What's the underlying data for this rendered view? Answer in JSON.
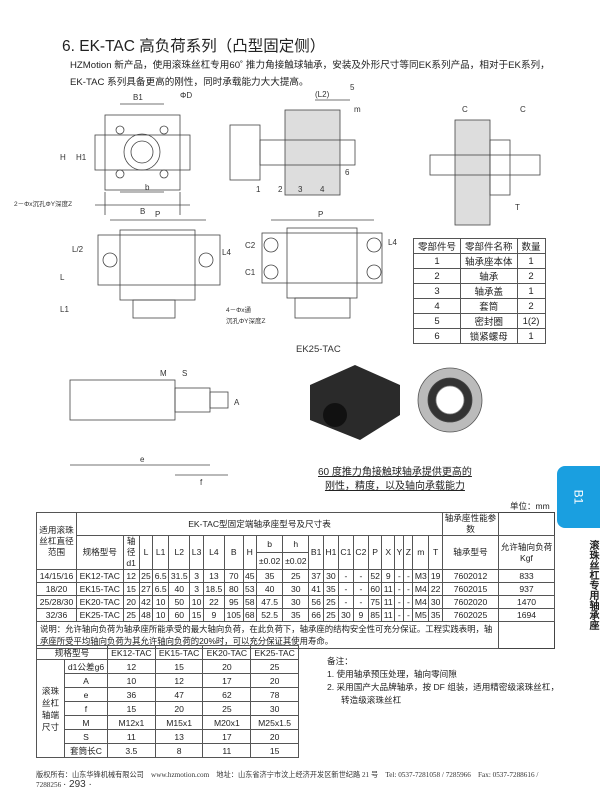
{
  "header": {
    "title": "6. EK-TAC 高负荷系列（凸型固定侧）",
    "intro_line1": "HZMotion 新产品，使用滚珠丝杠专用60˚ 推力角接触球轴承，安装及外形尺寸等同EK系列产品，相对于EK系列，",
    "intro_line2": "EK-TAC 系列具备更高的刚性，同时承载能力大大提高。"
  },
  "drawings": {
    "labels": {
      "B1": "B1",
      "phiD": "ΦD",
      "H1": "H1",
      "H": "H",
      "b": "b",
      "B": "B",
      "L2": "(L2)",
      "n5": "5",
      "m": "m",
      "n1": "1",
      "n2": "2",
      "n3": "3",
      "n4": "4",
      "n6": "6",
      "C": "C",
      "T": "T",
      "P": "P",
      "Lhalf": "L/2",
      "L": "L",
      "L1": "L1",
      "L4": "L4",
      "C1": "C1",
      "C2": "C2",
      "hole2": "2－Φx沉孔ΦY深度Z",
      "hole4a": "4－Φx通",
      "hole4b": "沉孔ΦY深度Z",
      "M": "M",
      "S": "S",
      "A": "A",
      "e": "e",
      "f": "f"
    },
    "model_caption": "EK25-TAC",
    "photo_caption_1": "60 度推力角接触球轴承提供更高的",
    "photo_caption_2": "刚性，精度，以及轴向承载能力"
  },
  "parts_table": {
    "headers": [
      "零部件号",
      "零部件名称",
      "数量"
    ],
    "rows": [
      [
        "1",
        "轴承座本体",
        "1"
      ],
      [
        "2",
        "轴承",
        "2"
      ],
      [
        "3",
        "轴承盖",
        "1"
      ],
      [
        "4",
        "套筒",
        "2"
      ],
      [
        "5",
        "密封圈",
        "1(2)"
      ],
      [
        "6",
        "锁紧螺母",
        "1"
      ]
    ]
  },
  "main_table": {
    "unit": "单位：mm",
    "h_range": "适用滚珠丝杠直径范围",
    "h_group": "EK-TAC型固定端轴承座型号及尺寸表",
    "h_perf": "轴承座性能参数",
    "h_model": "规格型号",
    "h_d1": "轴径d1",
    "h_b": "b",
    "h_h": "h",
    "tol": "±0.02",
    "h_bearing": "轴承型号",
    "h_load": "允许轴向负荷Kgf",
    "cols": [
      "L",
      "L1",
      "L2",
      "L3",
      "L4",
      "B",
      "H"
    ],
    "cols2": [
      "B1",
      "H1",
      "C1",
      "C2",
      "P",
      "X",
      "Y",
      "Z",
      "m",
      "T"
    ],
    "rows": [
      [
        "14/15/16",
        "EK12-TAC",
        "12",
        "25",
        "6.5",
        "31.5",
        "3",
        "13",
        "70",
        "45",
        "35",
        "25",
        "37",
        "30",
        "-",
        "-",
        "52",
        "9",
        "-",
        "-",
        "M3",
        "19",
        "7602012",
        "833"
      ],
      [
        "18/20",
        "EK15-TAC",
        "15",
        "27",
        "6.5",
        "40",
        "3",
        "18.5",
        "80",
        "53",
        "40",
        "30",
        "41",
        "35",
        "-",
        "-",
        "60",
        "11",
        "-",
        "-",
        "M4",
        "22",
        "7602015",
        "937"
      ],
      [
        "25/28/30",
        "EK20-TAC",
        "20",
        "42",
        "10",
        "50",
        "10",
        "22",
        "95",
        "58",
        "47.5",
        "30",
        "56",
        "25",
        "-",
        "-",
        "75",
        "11",
        "-",
        "-",
        "M4",
        "30",
        "7602020",
        "1470"
      ],
      [
        "32/36",
        "EK25-TAC",
        "25",
        "48",
        "10",
        "60",
        "15",
        "9",
        "105",
        "68",
        "52.5",
        "35",
        "66",
        "25",
        "30",
        "9",
        "85",
        "11",
        "-",
        "-",
        "M5",
        "35",
        "7602025",
        "1694"
      ]
    ],
    "note": "说明：允许轴向负荷为轴承座所能承受的最大轴向负荷，在此负荷下，轴承座的结构安全性可充分保证。工程实践表明，轴承座所受平均轴向负荷为其允许轴向负荷的20%时，可以充分保证其使用寿命。"
  },
  "shaft_table": {
    "h_model": "规格型号",
    "models": [
      "EK12-TAC",
      "EK15-TAC",
      "EK20-TAC",
      "EK25-TAC"
    ],
    "group": "滚珠丝杠轴端尺寸",
    "rows": [
      [
        "d1公差g6",
        "12",
        "15",
        "20",
        "25"
      ],
      [
        "A",
        "10",
        "12",
        "17",
        "20"
      ],
      [
        "e",
        "36",
        "47",
        "62",
        "78"
      ],
      [
        "f",
        "15",
        "20",
        "25",
        "30"
      ],
      [
        "M",
        "M12x1",
        "M15x1",
        "M20x1",
        "M25x1.5"
      ],
      [
        "S",
        "11",
        "13",
        "17",
        "20"
      ]
    ],
    "sleeve": [
      "套筒长C",
      "3.5",
      "8",
      "11",
      "15"
    ]
  },
  "remarks": {
    "title": "备注：",
    "items": [
      "1. 使用轴承预压处理，轴向零间隙",
      "2. 采用国产大品牌轴承，按 DF 组装，适用精密级滚珠丝杠，",
      "    转造级滚珠丝杠"
    ]
  },
  "side": {
    "tab": "B1",
    "text": "滚珠丝杠专用轴承座",
    "tab_color": "#1a9fe0"
  },
  "footer": {
    "text": "版权所有：山东华锋机械有限公司　www.hzmotion.com　地址：山东省济宁市汶上经济开发区新世纪路 21 号　Tel: 0537-7281058 / 7285966　Fax: 0537-7288616 / 7288256",
    "page": "· 293 ·"
  }
}
